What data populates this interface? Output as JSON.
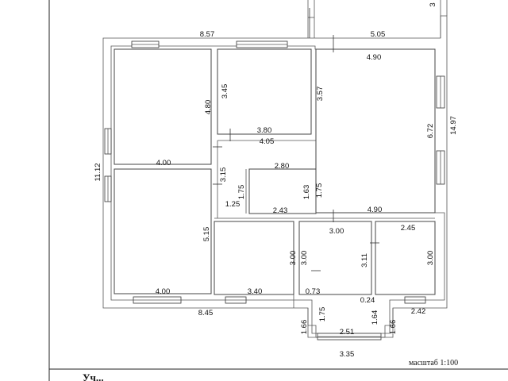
{
  "plan": {
    "scale_label": "масштаб 1:100",
    "caption": "Уч...",
    "dimensions": {
      "top_overall_left": "8.57",
      "top_overall_right": "5.05",
      "right_room_top": "4.90",
      "right_room_mid": "4.90",
      "bedroom_tl_height": "4.80",
      "room_tc_height": "3.45",
      "room_tc_width": "3.80",
      "corridor_width": "4.05",
      "right_room_height_a": "3.57",
      "right_room_height_b": "6.72",
      "overall_height_right": "14.97",
      "overall_height_left": "11.12",
      "bedroom_tl_width": "4.00",
      "hall_gap": "3.15",
      "wc_width": "2.80",
      "wc_inner_width": "2.43",
      "wc_height_a": "1.63",
      "wc_height_b": "1.75",
      "small_height": "1.75",
      "small_width": "1.25",
      "bedroom_bl_height": "5.15",
      "bedroom_bl_width": "4.00",
      "room_bc_height": "3.00",
      "room_bc_width": "3.40",
      "room_br_height_a": "3.00",
      "room_br_width_a": "3.00",
      "hall_height": "3.11",
      "room_br_width_b": "2.45",
      "room_br_height_b": "3.00",
      "entry_gap_left": "0.73",
      "entry_gap_right": "0.24",
      "porch_height_left": "1.75",
      "porch_height_right": "1.64",
      "porch_outer_left": "1.66",
      "porch_outer_right": "1.66",
      "porch_inner_width": "2.51",
      "porch_outer_width": "3.35",
      "bottom_overall": "8.45",
      "bottom_right": "2.42",
      "top_corner": "3"
    }
  }
}
